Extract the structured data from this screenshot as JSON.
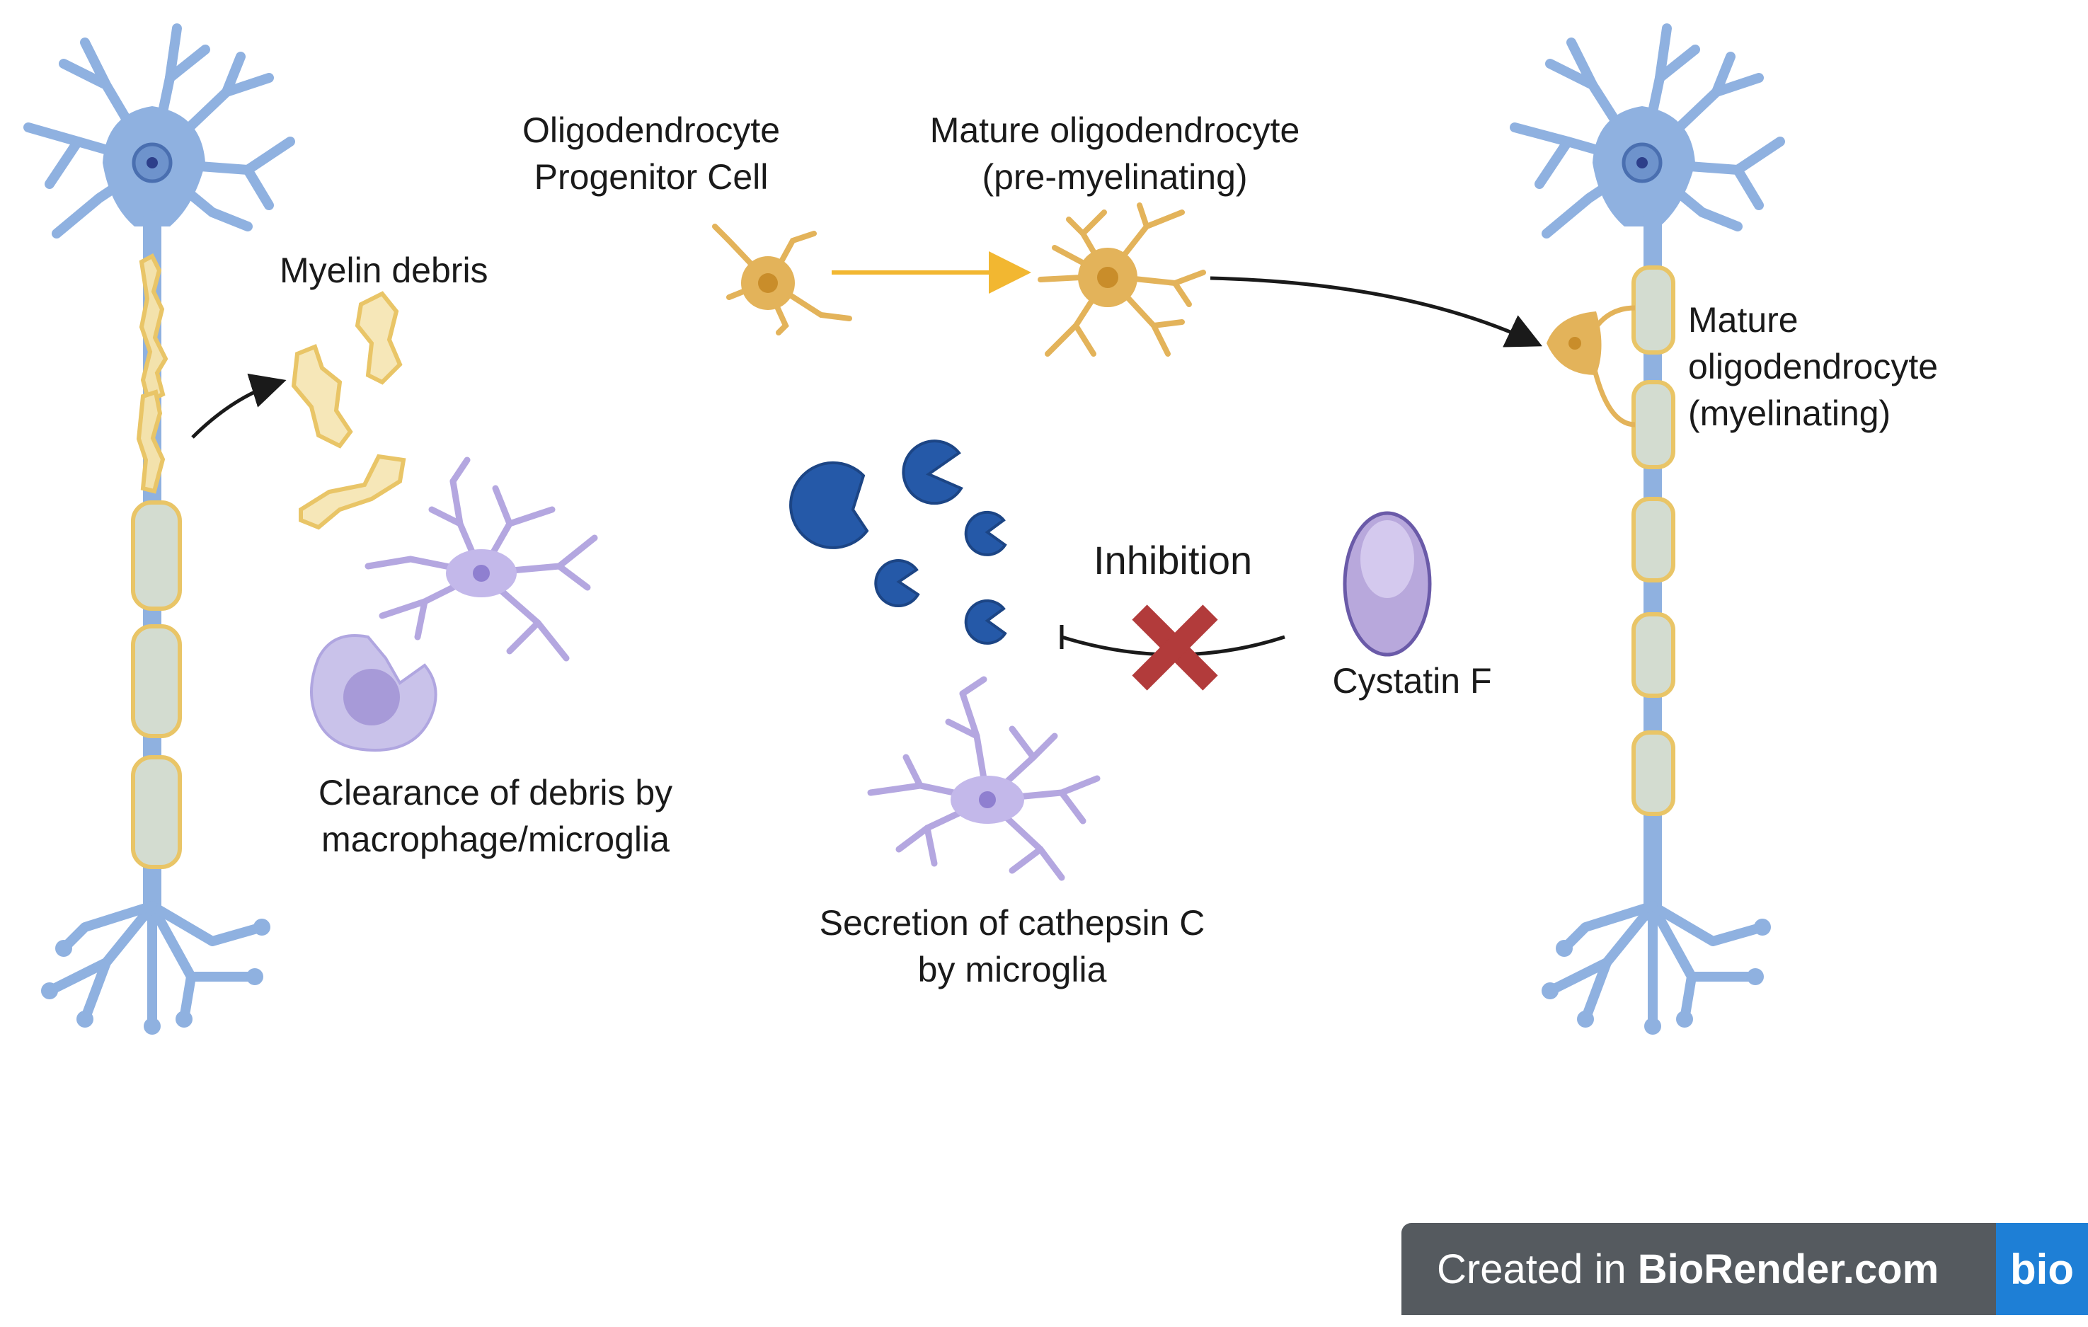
{
  "labels": {
    "opc_line1": "Oligodendrocyte",
    "opc_line2": "Progenitor Cell",
    "premyel_line1": "Mature oligodendrocyte",
    "premyel_line2": "(pre-myelinating)",
    "myelin_debris": "Myelin debris",
    "mature_line1": "Mature",
    "mature_line2": "oligodendrocyte",
    "mature_line3": "(myelinating)",
    "inhibition": "Inhibition",
    "cystatin": "Cystatin F",
    "clearance_line1": "Clearance of debris by",
    "clearance_line2": "macrophage/microglia",
    "secretion_line1": "Secretion of cathepsin C",
    "secretion_line2": "by microglia"
  },
  "watermark": {
    "prefix": "Created in ",
    "brand": "BioRender.com",
    "badge": "bio"
  },
  "colors": {
    "neuron": "#8fb1e0",
    "neuron_dark": "#6e93cc",
    "myelin": "#e9c567",
    "myelin_fill": "#d3dcd0",
    "oligo": "#e3b35a",
    "oligo_nucleus": "#c98d2a",
    "arrow_yellow": "#f2b731",
    "cathepsin": "#2559a8",
    "microglia": "#b4a7e0",
    "macrophage": "#c9c2ea",
    "cystatin": "#b8a8dc",
    "inhibit_x": "#b23b3b"
  }
}
